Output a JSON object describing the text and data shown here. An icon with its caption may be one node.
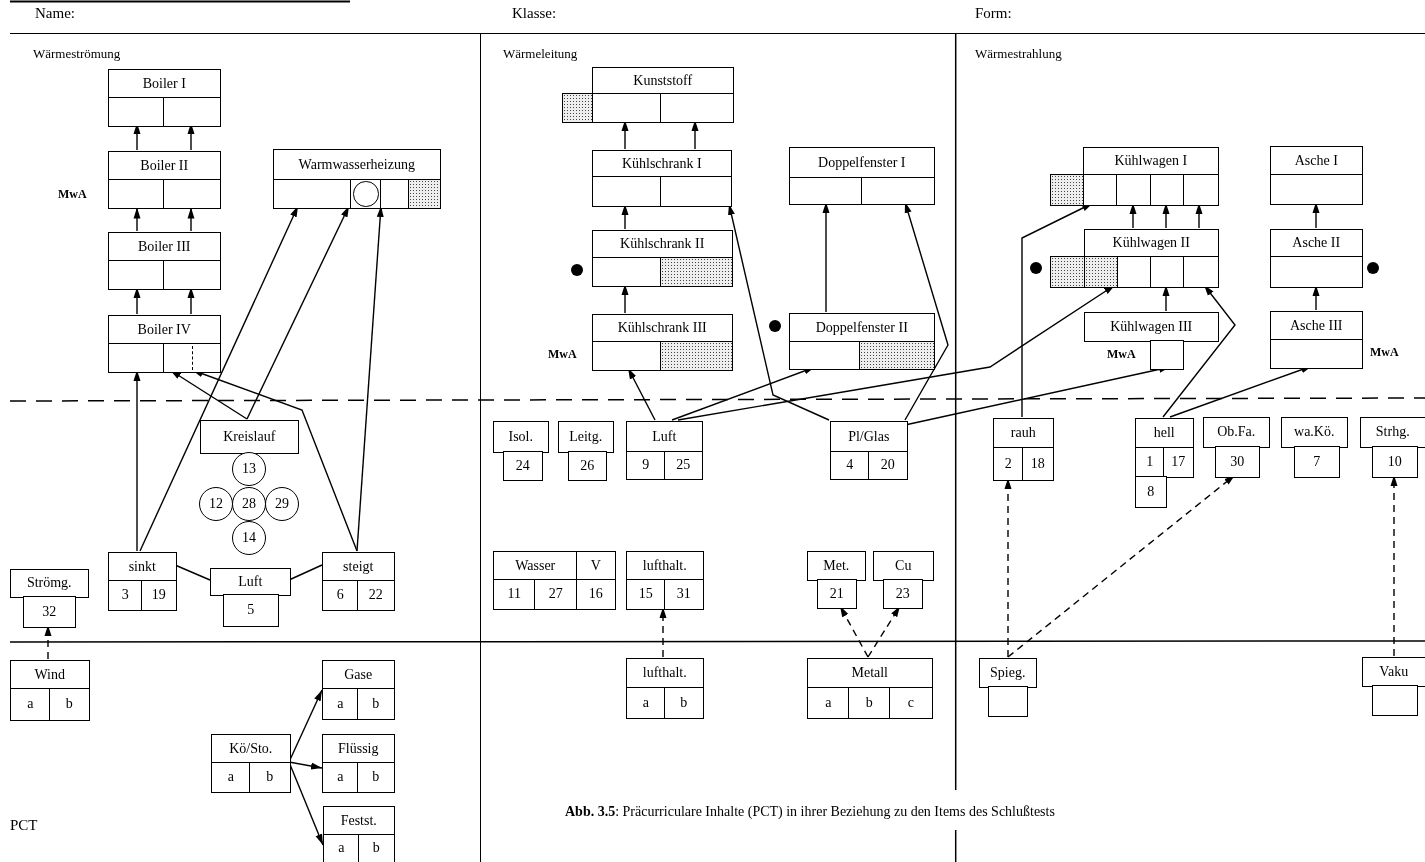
{
  "diagram": {
    "caption": "**Abb. 3.5**: Präcurriculare Inhalte (PCT) in ihrer Beziehung zu den Items des Schlußtests",
    "nodes": [
      {
        "text": [
          "Wärmeströmung"
        ]
      },
      {
        "text": [
          "Boiler I"
        ],
        "in": 0
      },
      {
        "text": [
          "Boiler II"
        ],
        "in": 0,
        "beside": [
          "MwA"
        ]
      },
      {
        "text": [
          "Boiler III"
        ],
        "in": 0
      },
      {
        "text": [
          "Boiler IV"
        ],
        "in": 0
      },
      {
        "text": [
          "Warmwasserheizung"
        ],
        "in": 0
      },
      {
        "text": [
          "Kreislauf"
        ],
        "in": 0
      },
      {
        "text": [
          "13"
        ],
        "in": 0
      },
      {
        "text": [
          "12"
        ],
        "in": 0
      },
      {
        "text": [
          "28"
        ],
        "in": 0
      },
      {
        "text": [
          "29"
        ],
        "in": 0
      },
      {
        "text": [
          "14"
        ],
        "in": 0
      },
      {
        "text": [
          "Strömg.",
          "32"
        ],
        "in": 0
      },
      {
        "text": [
          "sinkt",
          "3",
          "19"
        ],
        "in": 0
      },
      {
        "text": [
          "Luft",
          "5"
        ],
        "in": 0
      },
      {
        "text": [
          "steigt",
          "6",
          "22"
        ],
        "in": 0
      },
      {
        "text": [
          "Wind",
          "a",
          "b"
        ],
        "in": 0
      },
      {
        "text": [
          "Gase",
          "a",
          "b"
        ],
        "in": 0
      },
      {
        "text": [
          "Kö/Sto.",
          "a",
          "b"
        ],
        "in": 0
      },
      {
        "text": [
          "Flüssig",
          "a",
          "b"
        ],
        "in": 0
      },
      {
        "text": [
          "Festst.",
          "a",
          "b"
        ],
        "in": 0
      },
      {
        "text": [
          "Wärmeleitung"
        ]
      },
      {
        "text": [
          "Kunststoff"
        ],
        "in": 21
      },
      {
        "text": [
          "Kühlschrank I"
        ],
        "in": 21
      },
      {
        "text": [
          "Doppelfenster I"
        ],
        "in": 21
      },
      {
        "text": [
          "Kühlschrank II"
        ],
        "in": 21
      },
      {
        "text": [
          "Kühlschrank III"
        ],
        "in": 21,
        "beside": [
          "MwA"
        ]
      },
      {
        "text": [
          "Doppelfenster II"
        ],
        "in": 21
      },
      {
        "text": [
          "Isol.",
          "24"
        ],
        "in": 21
      },
      {
        "text": [
          "Leitg.",
          "26"
        ],
        "in": 21
      },
      {
        "text": [
          "Luft",
          "9",
          "25"
        ],
        "in": 21
      },
      {
        "text": [
          "Pl/Glas",
          "4",
          "20"
        ],
        "in": 21
      },
      {
        "text": [
          "Wasser",
          "V",
          "11",
          "27",
          "16"
        ],
        "in": 21
      },
      {
        "text": [
          "lufthalt.",
          "15",
          "31"
        ],
        "in": 21
      },
      {
        "text": [
          "Met.",
          "21"
        ],
        "in": 21
      },
      {
        "text": [
          "Cu",
          "23"
        ],
        "in": 21
      },
      {
        "text": [
          "lufthalt.",
          "a",
          "b"
        ],
        "in": 21
      },
      {
        "text": [
          "Metall",
          "a",
          "b",
          "c"
        ],
        "in": 21
      },
      {
        "text": [
          "Wärmestrahlung"
        ]
      },
      {
        "text": [
          "Kühlwagen I"
        ],
        "in": 38
      },
      {
        "text": [
          "Asche I"
        ],
        "in": 38
      },
      {
        "text": [
          "Kühlwagen II"
        ],
        "in": 38
      },
      {
        "text": [
          "Asche II"
        ],
        "in": 38
      },
      {
        "text": [
          "Kühlwagen III"
        ],
        "in": 38,
        "beside": [
          "MwA"
        ]
      },
      {
        "text": [
          "Asche III"
        ],
        "in": 38,
        "beside": [
          "MwA"
        ]
      },
      {
        "text": [
          "rauh",
          "2",
          "18"
        ],
        "in": 38
      },
      {
        "text": [
          "hell",
          "1",
          "17",
          "8"
        ],
        "in": 38
      },
      {
        "text": [
          "Ob.Fa.",
          "30"
        ],
        "in": 38
      },
      {
        "text": [
          "wa.Kö.",
          "7"
        ],
        "in": 38
      },
      {
        "text": [
          "Strhg.",
          "10"
        ],
        "in": 38
      },
      {
        "text": [
          "Spieg."
        ],
        "in": 38
      },
      {
        "text": [
          "Vaku"
        ],
        "in": 38
      }
    ],
    "edges": [
      {
        "from": 2,
        "to": 1,
        "arrow": "to"
      },
      {
        "from": 2,
        "to": 1,
        "arrow": "to"
      },
      {
        "from": 3,
        "to": 2,
        "arrow": "to"
      },
      {
        "from": 3,
        "to": 2,
        "arrow": "to"
      },
      {
        "from": 4,
        "to": 3,
        "arrow": "to"
      },
      {
        "from": 4,
        "to": 3,
        "arrow": "to"
      },
      {
        "from": 13,
        "to": 4,
        "arrow": "to"
      },
      {
        "from": 6,
        "to": 4,
        "arrow": "to"
      },
      {
        "from": 15,
        "to": 4,
        "arrow": "to"
      },
      {
        "from": 13,
        "to": 5,
        "arrow": "to"
      },
      {
        "from": 6,
        "to": 5,
        "arrow": "to"
      },
      {
        "from": 15,
        "to": 5,
        "arrow": "to"
      },
      {
        "from": 13,
        "to": 14,
        "arrow": "none"
      },
      {
        "from": 14,
        "to": 15,
        "arrow": "none"
      },
      {
        "from": 16,
        "to": 12,
        "arrow": "to",
        "style": "dashed"
      },
      {
        "from": 18,
        "to": 17,
        "arrow": "to"
      },
      {
        "from": 18,
        "to": 19,
        "arrow": "to"
      },
      {
        "from": 18,
        "to": 20,
        "arrow": "to"
      },
      {
        "from": 23,
        "to": 22,
        "arrow": "to"
      },
      {
        "from": 23,
        "to": 22,
        "arrow": "to"
      },
      {
        "from": 25,
        "to": 23,
        "arrow": "to"
      },
      {
        "from": 26,
        "to": 25,
        "arrow": "to"
      },
      {
        "from": 27,
        "to": 24,
        "arrow": "to"
      },
      {
        "from": 30,
        "to": 26,
        "arrow": "to"
      },
      {
        "from": 30,
        "to": 27,
        "arrow": "to"
      },
      {
        "from": 30,
        "to": 41,
        "arrow": "to"
      },
      {
        "from": 31,
        "to": 23,
        "arrow": "to"
      },
      {
        "from": 31,
        "to": 24,
        "arrow": "to"
      },
      {
        "from": 31,
        "to": 43,
        "arrow": "to"
      },
      {
        "from": 36,
        "to": 33,
        "arrow": "to",
        "style": "dashed"
      },
      {
        "from": 37,
        "to": 34,
        "arrow": "to",
        "style": "dashed"
      },
      {
        "from": 37,
        "to": 35,
        "arrow": "to",
        "style": "dashed"
      },
      {
        "from": 41,
        "to": 39,
        "arrow": "to"
      },
      {
        "from": 41,
        "to": 39,
        "arrow": "to"
      },
      {
        "from": 41,
        "to": 39,
        "arrow": "to"
      },
      {
        "from": 43,
        "to": 41,
        "arrow": "to"
      },
      {
        "from": 42,
        "to": 40,
        "arrow": "to"
      },
      {
        "from": 44,
        "to": 42,
        "arrow": "to"
      },
      {
        "from": 45,
        "to": 39,
        "arrow": "to"
      },
      {
        "from": 46,
        "to": 41,
        "arrow": "to"
      },
      {
        "from": 46,
        "to": 44,
        "arrow": "to"
      },
      {
        "from": 50,
        "to": 45,
        "arrow": "to",
        "style": "dashed"
      },
      {
        "from": 50,
        "to": 47,
        "arrow": "to",
        "style": "dashed"
      },
      {
        "from": 51,
        "to": 49,
        "arrow": "to",
        "style": "dashed"
      }
    ],
    "labels": [
      "Name:",
      "Klasse:",
      "Form:",
      "PCT"
    ]
  }
}
